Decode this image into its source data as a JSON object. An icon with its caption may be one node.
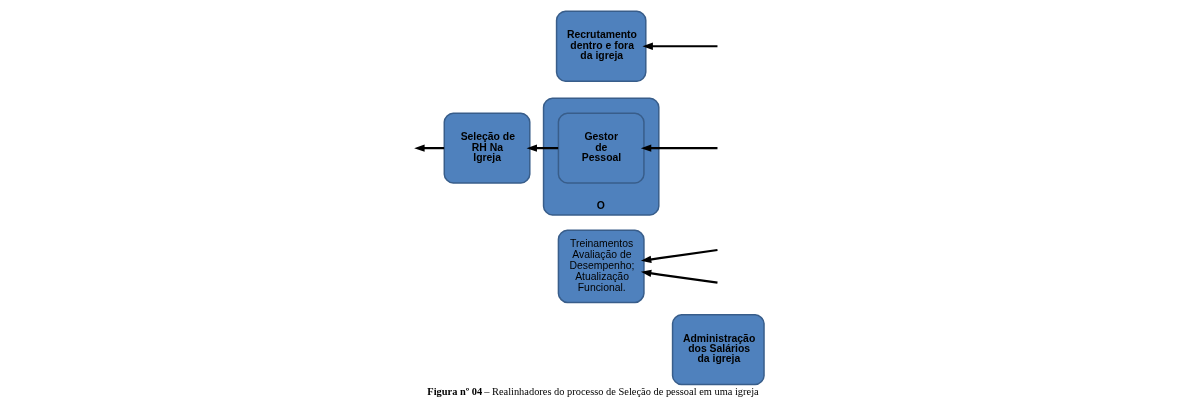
{
  "diagram": {
    "caption": "**Figura nº 04** – Realinhadores do processo de Seleção de pessoal em uma igreja",
    "nodes": [
      {
        "text": [
          "Administração dos Salários da igreja"
        ]
      },
      {
        "text": [
          "Treinamentos Avaliação de Desempenho; Atualização Funcional."
        ]
      },
      {
        "text": [
          "O"
        ]
      },
      {
        "text": [
          "Gestor de Pessoal"
        ],
        "in": 2
      },
      {
        "text": [
          "Seleção de RH Na Igreja"
        ]
      },
      {
        "text": [
          "Recrutamento dentro e fora da igreja"
        ]
      }
    ],
    "edges": [
      {
        "from": null,
        "to": 3,
        "arrow": "to"
      },
      {
        "from": 3,
        "to": 4,
        "arrow": "to"
      },
      {
        "from": 4,
        "to": null,
        "arrow": "to"
      },
      {
        "from": null,
        "to": 1,
        "arrow": "to"
      },
      {
        "from": null,
        "to": 1,
        "arrow": "to"
      },
      {
        "from": null,
        "to": 5,
        "arrow": "to"
      }
    ]
  }
}
